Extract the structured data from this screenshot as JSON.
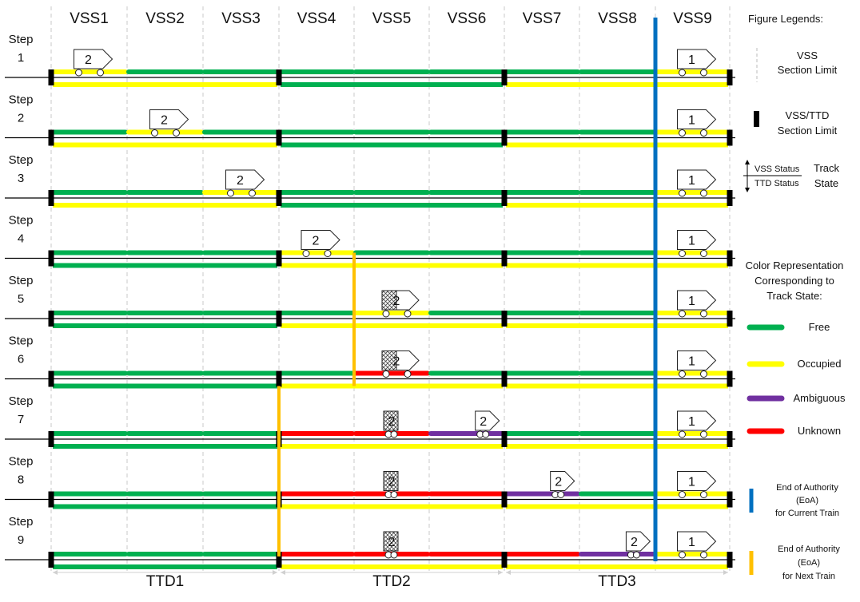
{
  "vss_headers": [
    "VSS1",
    "VSS2",
    "VSS3",
    "VSS4",
    "VSS5",
    "VSS6",
    "VSS7",
    "VSS8",
    "VSS9"
  ],
  "ttd_labels": [
    "TTD1",
    "TTD2",
    "TTD3"
  ],
  "step_word": "Step",
  "steps": [
    {
      "n": "1",
      "vss": [
        "Y",
        "G",
        "G",
        "G",
        "G",
        "G",
        "G",
        "G",
        "Y"
      ],
      "ttd": [
        "Y",
        "G",
        "Y"
      ],
      "trains": [
        {
          "id": "2",
          "vss": 1,
          "style": "full",
          "offset": 0.5
        },
        {
          "id": "1",
          "vss": 9,
          "style": "full",
          "offset": 0.5
        }
      ]
    },
    {
      "n": "2",
      "vss": [
        "G",
        "Y",
        "G",
        "G",
        "G",
        "G",
        "G",
        "G",
        "Y"
      ],
      "ttd": [
        "Y",
        "G",
        "Y"
      ],
      "trains": [
        {
          "id": "2",
          "vss": 2,
          "style": "full",
          "offset": 0.5
        },
        {
          "id": "1",
          "vss": 9,
          "style": "full",
          "offset": 0.5
        }
      ]
    },
    {
      "n": "3",
      "vss": [
        "G",
        "G",
        "Y",
        "G",
        "G",
        "G",
        "G",
        "G",
        "Y"
      ],
      "ttd": [
        "Y",
        "G",
        "Y"
      ],
      "trains": [
        {
          "id": "2",
          "vss": 3,
          "style": "full",
          "offset": 0.5
        },
        {
          "id": "1",
          "vss": 9,
          "style": "full",
          "offset": 0.5
        }
      ]
    },
    {
      "n": "4",
      "vss": [
        "G",
        "G",
        "G",
        "Y",
        "G",
        "G",
        "G",
        "G",
        "Y"
      ],
      "ttd": [
        "G",
        "Y",
        "Y"
      ],
      "trains": [
        {
          "id": "2",
          "vss": 4,
          "style": "full",
          "offset": 0.5
        },
        {
          "id": "1",
          "vss": 9,
          "style": "full",
          "offset": 0.5
        }
      ]
    },
    {
      "n": "5",
      "vss": [
        "G",
        "G",
        "G",
        "G",
        "Y",
        "G",
        "G",
        "G",
        "Y"
      ],
      "ttd": [
        "G",
        "Y",
        "Y"
      ],
      "trains": [
        {
          "id": "2",
          "vss": 5,
          "style": "hatched",
          "offset": 0.5
        },
        {
          "id": "1",
          "vss": 9,
          "style": "full",
          "offset": 0.5
        }
      ]
    },
    {
      "n": "6",
      "vss": [
        "G",
        "G",
        "G",
        "G",
        "R",
        "G",
        "G",
        "G",
        "Y"
      ],
      "ttd": [
        "G",
        "Y",
        "Y"
      ],
      "trains": [
        {
          "id": "2",
          "vss": 5,
          "style": "hatched",
          "offset": 0.5
        },
        {
          "id": "1",
          "vss": 9,
          "style": "full",
          "offset": 0.5
        }
      ]
    },
    {
      "n": "7",
      "vss": [
        "G",
        "G",
        "G",
        "R",
        "R",
        "P",
        "G",
        "G",
        "Y"
      ],
      "ttd": [
        "G",
        "Y",
        "Y"
      ],
      "trains": [
        {
          "id": "2",
          "vss": 5,
          "style": "ghost",
          "offset": 0.5
        },
        {
          "id": "2",
          "vss": 6,
          "style": "small",
          "offset": 0.72
        },
        {
          "id": "1",
          "vss": 9,
          "style": "full",
          "offset": 0.5
        }
      ]
    },
    {
      "n": "8",
      "vss": [
        "G",
        "G",
        "G",
        "R",
        "R",
        "R",
        "P",
        "G",
        "Y"
      ],
      "ttd": [
        "G",
        "Y",
        "Y"
      ],
      "trains": [
        {
          "id": "2",
          "vss": 5,
          "style": "ghost",
          "offset": 0.5
        },
        {
          "id": "2",
          "vss": 7,
          "style": "small",
          "offset": 0.72
        },
        {
          "id": "1",
          "vss": 9,
          "style": "full",
          "offset": 0.5
        }
      ]
    },
    {
      "n": "9",
      "vss": [
        "G",
        "G",
        "G",
        "R",
        "R",
        "R",
        "R",
        "P",
        "Y"
      ],
      "ttd": [
        "G",
        "Y",
        "Y"
      ],
      "trains": [
        {
          "id": "2",
          "vss": 5,
          "style": "ghost",
          "offset": 0.5
        },
        {
          "id": "2",
          "vss": 8,
          "style": "small",
          "offset": 0.72
        },
        {
          "id": "1",
          "vss": 9,
          "style": "full",
          "offset": 0.5
        }
      ]
    }
  ],
  "colors": {
    "G": "#00b050",
    "Y": "#ffff00",
    "R": "#ff0000",
    "P": "#7030a0",
    "eoa_current": "#0070c0",
    "eoa_next": "#ffc000",
    "rail": "#000000"
  },
  "legend": {
    "title": "Figure Legends:",
    "vss_limit": [
      "VSS",
      "Section Limit"
    ],
    "ttd_limit": [
      "VSS/TTD",
      "Section Limit"
    ],
    "track_state": [
      "Track",
      "State"
    ],
    "vss_status": "VSS Status",
    "ttd_status": "TTD Status",
    "color_title": [
      "Color Representation",
      "Corresponding to",
      "Track State:"
    ],
    "states": [
      {
        "key": "G",
        "label": "Free"
      },
      {
        "key": "Y",
        "label": "Occupied"
      },
      {
        "key": "P",
        "label": "Ambiguous"
      },
      {
        "key": "R",
        "label": "Unknown"
      }
    ],
    "eoa_current": [
      "End of Authority",
      "(EoA)",
      "for Current Train"
    ],
    "eoa_next": [
      "End of Authority",
      "(EoA)",
      "for Next Train"
    ]
  }
}
